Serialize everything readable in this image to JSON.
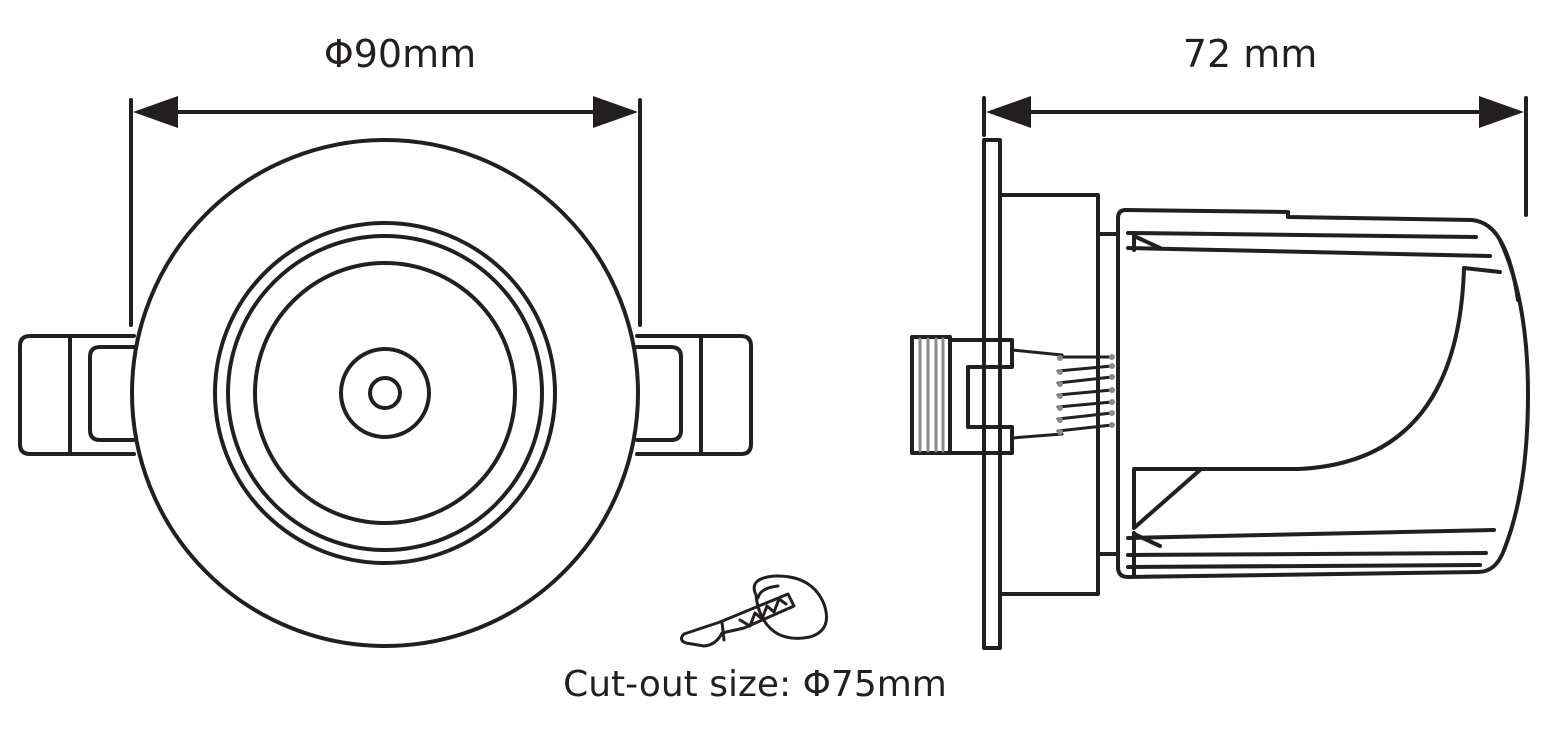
{
  "labels": {
    "front_diameter": "Φ90mm",
    "side_depth": "72 mm",
    "cutout": "Cut-out size: Φ75mm"
  },
  "colors": {
    "stroke": "#231f20",
    "wire": "#8a8a8a",
    "background": "#ffffff"
  },
  "icons": [
    "saw-icon",
    "cutout-disc-icon"
  ]
}
